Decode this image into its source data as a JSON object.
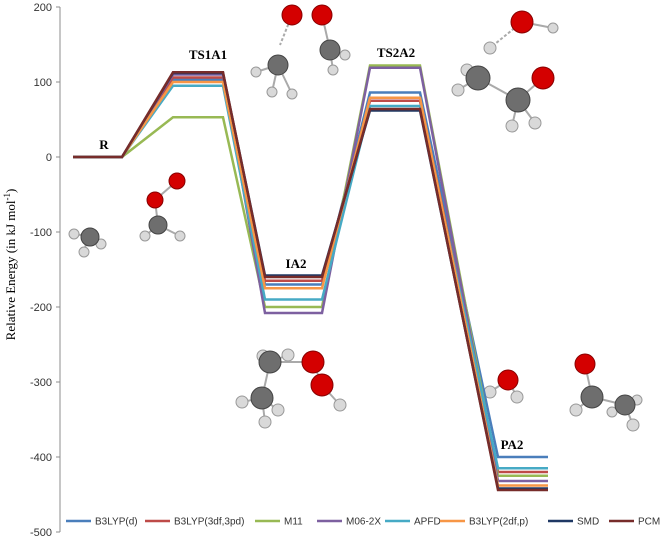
{
  "chart_data": {
    "type": "line",
    "title": "",
    "xlabel": "",
    "ylabel": "Relative Energy (in kJ mol",
    "ylabel_sup": "-1",
    "ylabel_end": ")",
    "ylim": [
      -500,
      200
    ],
    "yticks": [
      200,
      100,
      0,
      -100,
      -200,
      -300,
      -400,
      -500
    ],
    "grid": false,
    "legend_position": "bottom",
    "states": [
      "R",
      "TS1A1",
      "IA2",
      "TS2A2",
      "PA2"
    ],
    "series": [
      {
        "name": "B3LYP(d)",
        "color": "#4a7ebb",
        "values": [
          0,
          103,
          -170,
          86,
          -400
        ]
      },
      {
        "name": "B3LYP(3df,3pd)",
        "color": "#be4b48",
        "values": [
          0,
          106,
          -165,
          75,
          -420
        ]
      },
      {
        "name": "M11",
        "color": "#98b954",
        "values": [
          0,
          53,
          -200,
          122,
          -425
        ]
      },
      {
        "name": "M06-2X",
        "color": "#7d60a0",
        "values": [
          0,
          110,
          -208,
          119,
          -432
        ]
      },
      {
        "name": "APFD",
        "color": "#46aac5",
        "values": [
          0,
          95,
          -190,
          68,
          -415
        ]
      },
      {
        "name": "B3LYP(2df,p)",
        "color": "#f79646",
        "values": [
          0,
          100,
          -175,
          79,
          -438
        ]
      },
      {
        "name": "SMD",
        "color": "#1f3864",
        "values": [
          0,
          112,
          -158,
          62,
          -442
        ]
      },
      {
        "name": "PCM",
        "color": "#772c2a",
        "values": [
          0,
          113,
          -160,
          64,
          -444
        ]
      }
    ]
  }
}
